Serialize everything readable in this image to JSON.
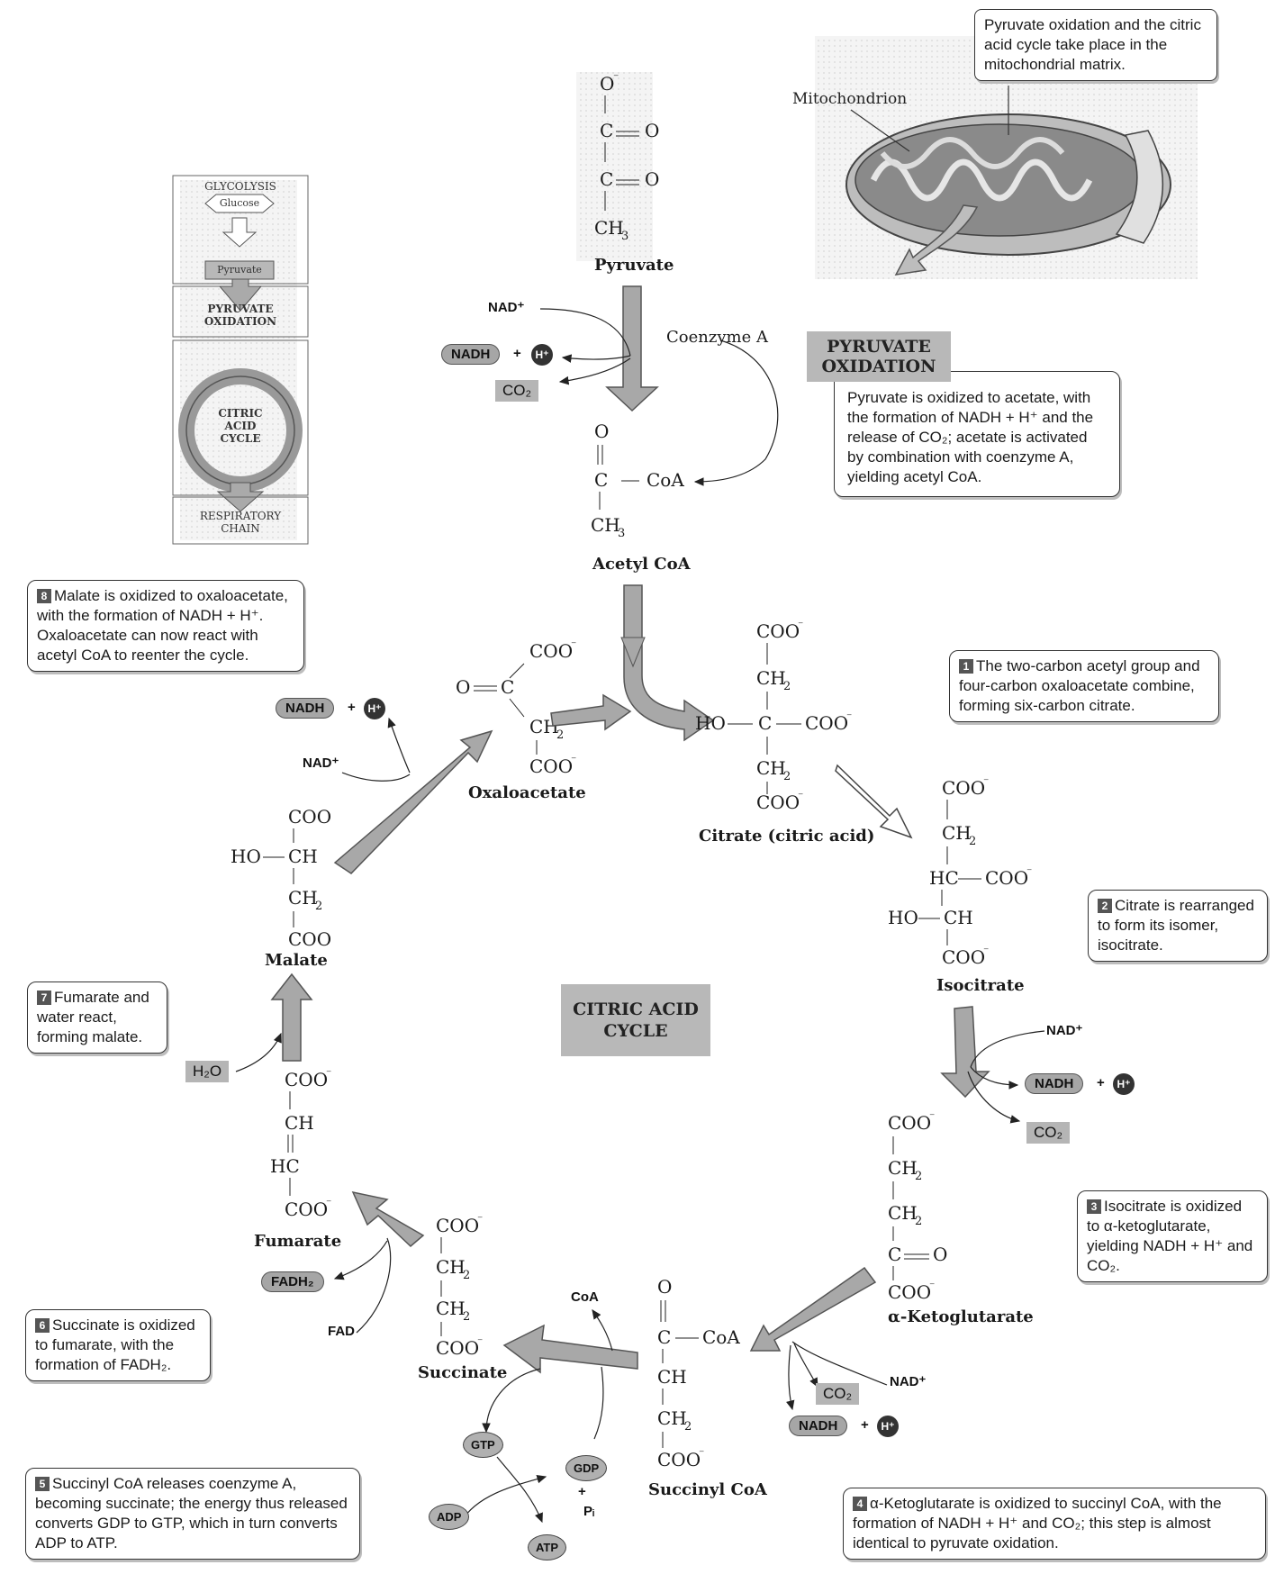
{
  "mitochondrion": {
    "label": "Mitochondrion",
    "callout": "Pyruvate oxidation and the citric acid cycle take place in the mitochondrial matrix."
  },
  "inset": {
    "glycolysis": "GLYCOLYSIS",
    "glucose": "Glucose",
    "pyruvate": "Pyruvate",
    "pyruvate_oxidation": "PYRUVATE OXIDATION",
    "citric_acid_cycle": "CITRIC ACID CYCLE",
    "respiratory_chain": "RESPIRATORY CHAIN"
  },
  "pyruvate_oxidation": {
    "heading": "PYRUVATE OXIDATION",
    "text": "Pyruvate is oxidized to acetate, with the formation of NADH + H⁺ and the release of CO₂; acetate is activated by combination with coenzyme A, yielding acetyl CoA.",
    "coenzyme_a": "Coenzyme A",
    "nad": "NAD⁺",
    "nadh": "NADH",
    "plus": "+",
    "hplus": "H⁺",
    "co2": "CO₂"
  },
  "molecules": {
    "pyruvate": "Pyruvate",
    "acetyl_coa": "Acetyl CoA",
    "citrate": "Citrate (citric acid)",
    "isocitrate": "Isocitrate",
    "alpha_ketoglutarate": "α-Ketoglutarate",
    "succinyl_coa": "Succinyl CoA",
    "succinate": "Succinate",
    "fumarate": "Fumarate",
    "malate": "Malate",
    "oxaloacetate": "Oxaloacetate"
  },
  "cycle_label": "CITRIC ACID CYCLE",
  "steps": [
    {
      "n": "1",
      "text": "The two-carbon acetyl group and four-carbon oxaloacetate combine, forming six-carbon citrate."
    },
    {
      "n": "2",
      "text": "Citrate is rearranged to form its isomer, isocitrate."
    },
    {
      "n": "3",
      "text": "Isocitrate is oxidized to α-ketoglutarate, yielding NADH + H⁺ and CO₂."
    },
    {
      "n": "4",
      "text": "α-Ketoglutarate is oxidized to succinyl CoA, with the formation of NADH + H⁺ and CO₂; this step is almost identical to pyruvate oxidation."
    },
    {
      "n": "5",
      "text": "Succinyl CoA releases coenzyme A, becoming succinate; the energy thus released converts GDP to GTP, which in turn converts ADP to ATP."
    },
    {
      "n": "6",
      "text": "Succinate is oxidized to fumarate, with the formation of FADH₂."
    },
    {
      "n": "7",
      "text": "Fumarate and water react, forming malate."
    },
    {
      "n": "8",
      "text": "Malate is oxidized to oxaloacetate, with the formation of NADH + H⁺. Oxaloacetate can now react with acetyl CoA to reenter the cycle."
    }
  ],
  "cofactors": {
    "nad": "NAD⁺",
    "nadh": "NADH",
    "plus": "+",
    "hplus": "H⁺",
    "co2": "CO₂",
    "coa": "CoA",
    "fad": "FAD",
    "fadh2": "FADH₂",
    "h2o": "H₂O",
    "gtp": "GTP",
    "gdp": "GDP",
    "adp": "ADP",
    "atp": "ATP",
    "pi": "Pᵢ"
  }
}
